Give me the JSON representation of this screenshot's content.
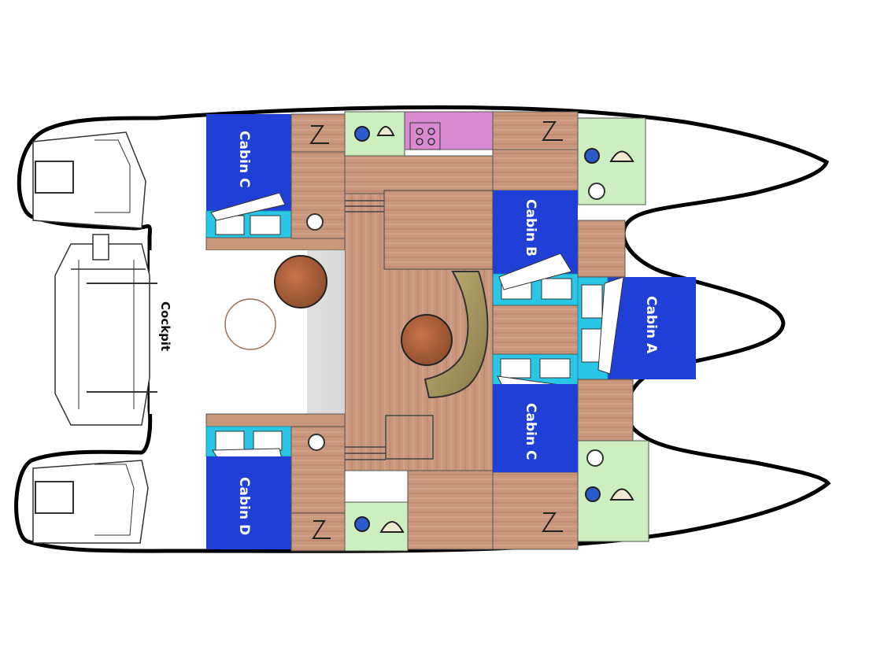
{
  "plan": {
    "cockpit_label": "Cockpit",
    "cabins": [
      {
        "id": "cabin-c-port-aft",
        "label": "Cabin C"
      },
      {
        "id": "cabin-d",
        "label": "Cabin D"
      },
      {
        "id": "cabin-b",
        "label": "Cabin B"
      },
      {
        "id": "cabin-a",
        "label": "Cabin A"
      },
      {
        "id": "cabin-c-stbd-fwd",
        "label": "Cabin C"
      }
    ]
  },
  "colors": {
    "cabin_blue": "#1f3fd6",
    "wood": "#c9987c",
    "wood_dark": "#8a5a3c",
    "head_green": "#cdeec0",
    "galley_pink": "#d98ad0",
    "window_cyan": "#29c6e6",
    "table_brown": "#b0603a",
    "settee_olive": "#a89960"
  }
}
